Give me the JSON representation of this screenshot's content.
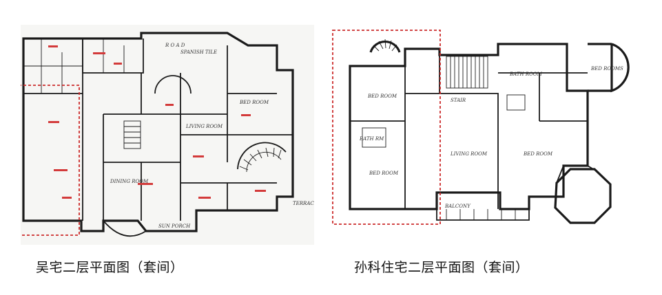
{
  "captions": {
    "left": "吴宅二层平面图（套间）",
    "right": "孙科住宅二层平面图（套间）"
  },
  "colors": {
    "highlight": "#cc2b2b",
    "ink": "#1a1a1a",
    "annotation": "#d33a3a"
  },
  "left_plan": {
    "labels": {
      "road": "R O A D",
      "spanish": "SPANISH TILE",
      "bed_room": "BED ROOM",
      "living": "LIVING ROOM",
      "dining": "DINING ROOM",
      "terrace": "TERRACE",
      "sun_porch": "SUN PORCH"
    }
  },
  "right_plan": {
    "labels": {
      "bed_room_top_right": "BED ROOMS",
      "bath_room": "BATH ROOM",
      "bed_room_1": "BED ROOM",
      "stair": "STAIR",
      "bath_rm": "BATH RM",
      "living_room": "LIVING ROOM",
      "bed_room_right": "BED ROOM",
      "bed_room_2": "BED ROOM",
      "balcony": "BALCONY"
    }
  }
}
